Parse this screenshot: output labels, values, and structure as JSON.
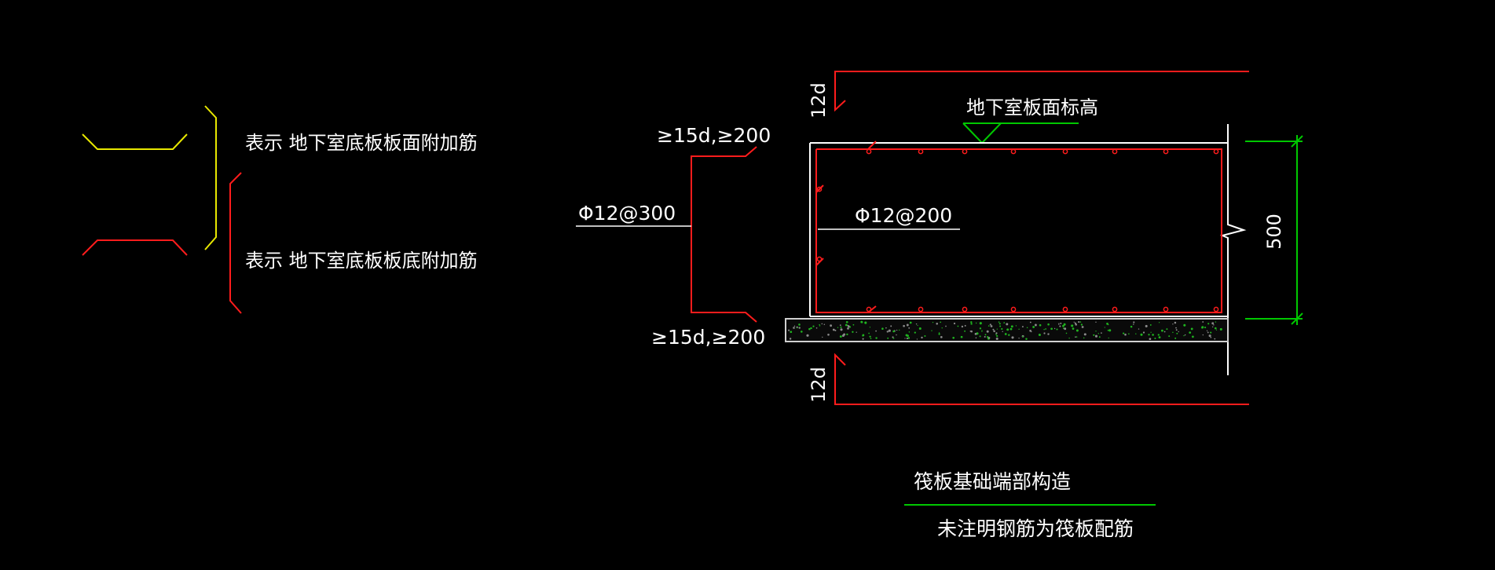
{
  "legend": {
    "top_text": "表示 地下室底板板面附加筋",
    "bottom_text": "表示 地下室底板板底附加筋"
  },
  "detail": {
    "top_anchor_label": "≥15d,≥200",
    "bottom_anchor_label": "≥15d,≥200",
    "left_bar_label": "Φ12@300",
    "inner_bar_label": "Φ12@200",
    "top_lap_label": "12d",
    "bottom_lap_label": "12d",
    "elevation_label": "地下室板面标高",
    "thickness_label": "500"
  },
  "notes": {
    "title": "筏板基础端部构造",
    "subtitle": "未注明钢筋为筏板配筋"
  },
  "colors": {
    "background": "#000000",
    "text": "#ffffff",
    "rebar_red": "#ff1c1c",
    "yellow": "#e8e800",
    "green": "#00c800",
    "concrete": "#cfcfcf"
  }
}
